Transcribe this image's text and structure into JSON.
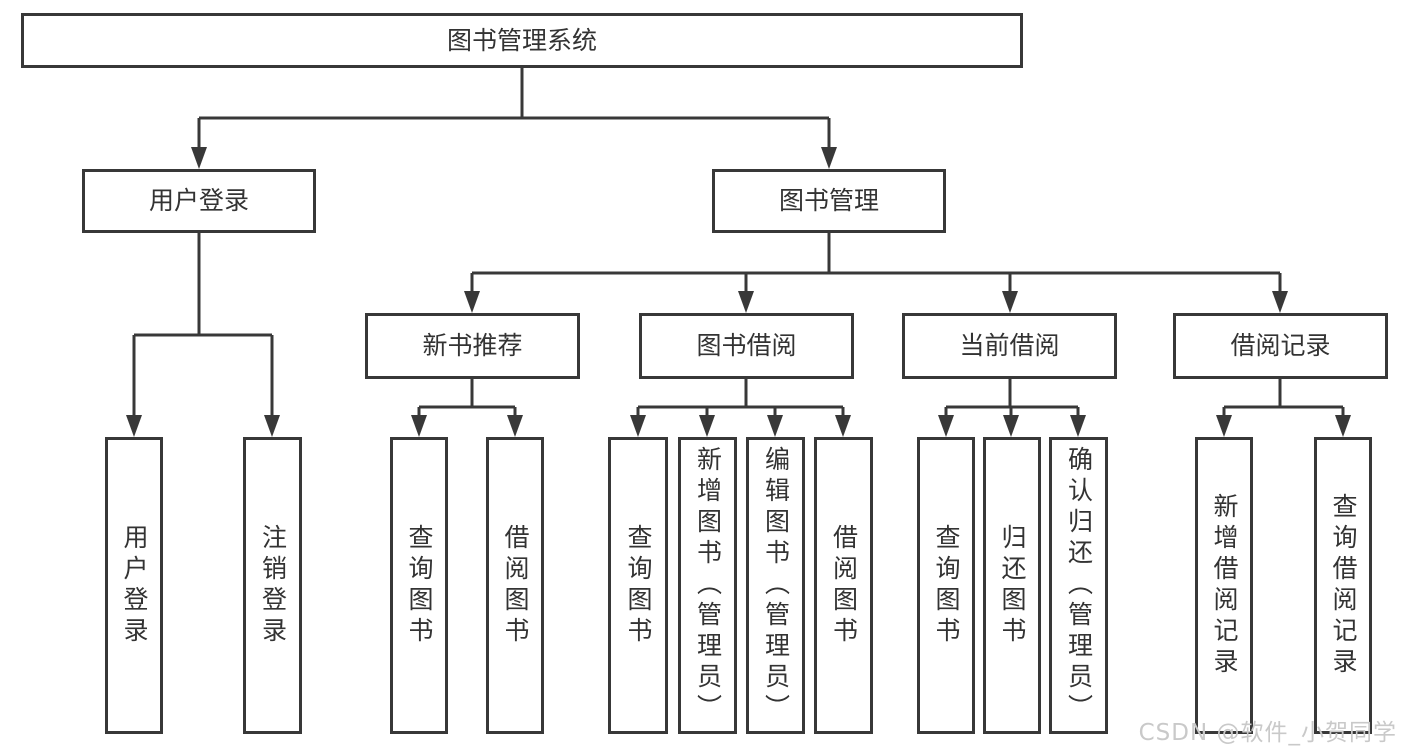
{
  "diagram": {
    "type": "hierarchy-tree",
    "title": "图书管理系统",
    "colors": {
      "background": "#ffffff",
      "box_border": "#383838",
      "box_fill": "#ffffff",
      "connector_line": "#383838",
      "label_text": "#333333",
      "watermark_text": "#c9c9c9"
    }
  },
  "watermark": {
    "text": "CSDN @软件_小贺同学"
  },
  "nodes": {
    "root": {
      "label": "图书管理系统",
      "children": [
        "user_login_branch",
        "book_mgmt_branch"
      ]
    },
    "user_login_branch": {
      "label": "用户登录",
      "children": [
        "user_login",
        "logout_login"
      ]
    },
    "book_mgmt_branch": {
      "label": "图书管理",
      "children": [
        "new_book_recommend",
        "book_borrow",
        "current_borrow",
        "borrow_records"
      ]
    },
    "user_login": {
      "label": "用户登录",
      "children": []
    },
    "logout_login": {
      "label": "注销登录",
      "children": []
    },
    "new_book_recommend": {
      "label": "新书推荐",
      "children": [
        "recommend_query_book",
        "recommend_borrow_book"
      ]
    },
    "book_borrow": {
      "label": "图书借阅",
      "children": [
        "borrow_query_book",
        "borrow_add_book_admin",
        "borrow_edit_book_admin",
        "borrow_borrow_book"
      ]
    },
    "current_borrow": {
      "label": "当前借阅",
      "children": [
        "current_query_book",
        "current_return_book",
        "current_confirm_return_admin"
      ]
    },
    "borrow_records": {
      "label": "借阅记录",
      "children": [
        "records_add_record",
        "records_query_record"
      ]
    },
    "recommend_query_book": {
      "label": "查询图书",
      "children": []
    },
    "recommend_borrow_book": {
      "label": "借阅图书",
      "children": []
    },
    "borrow_query_book": {
      "label": "查询图书",
      "children": []
    },
    "borrow_add_book_admin": {
      "label": "新增图书（管理员）",
      "children": []
    },
    "borrow_edit_book_admin": {
      "label": "编辑图书（管理员）",
      "children": []
    },
    "borrow_borrow_book": {
      "label": "借阅图书",
      "children": []
    },
    "current_query_book": {
      "label": "查询图书",
      "children": []
    },
    "current_return_book": {
      "label": "归还图书",
      "children": []
    },
    "current_confirm_return_admin": {
      "label": "确认归还（管理员）",
      "children": []
    },
    "records_add_record": {
      "label": "新增借阅记录",
      "children": []
    },
    "records_query_record": {
      "label": "查询借阅记录",
      "children": []
    }
  }
}
